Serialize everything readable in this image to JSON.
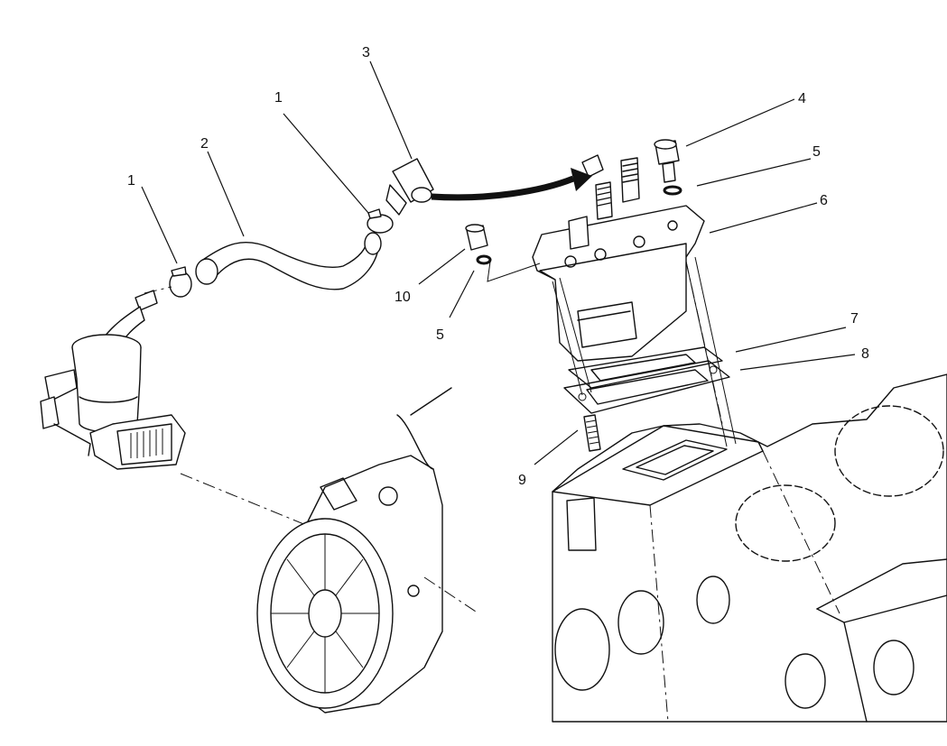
{
  "callouts": [
    {
      "label": "1"
    },
    {
      "label": "2"
    },
    {
      "label": "1"
    },
    {
      "label": "3"
    },
    {
      "label": "4"
    },
    {
      "label": "5"
    },
    {
      "label": "6"
    },
    {
      "label": "7"
    },
    {
      "label": "8"
    },
    {
      "label": "9"
    },
    {
      "label": "10"
    },
    {
      "label": "5"
    }
  ]
}
